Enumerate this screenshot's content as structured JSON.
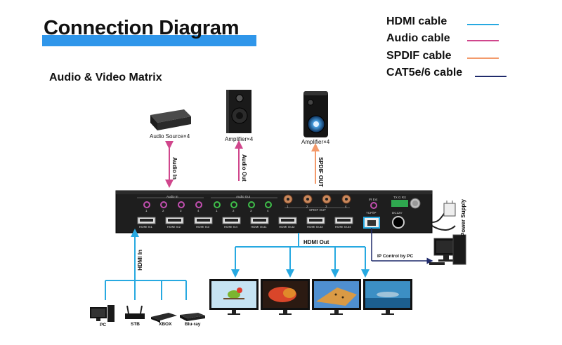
{
  "title": "Connection Diagram",
  "legend": [
    {
      "label": "HDMI cable",
      "color": "#27a9e1"
    },
    {
      "label": "Audio cable",
      "color": "#d0468c"
    },
    {
      "label": "SPDIF cable",
      "color": "#f39a6b"
    },
    {
      "label": "CAT5e/6 cable",
      "color": "#1f2a6b"
    }
  ],
  "subtitle": "Audio & Video Matrix",
  "top_devices": {
    "audio_source": "Audio Source×4",
    "amplifier_1": "Amplifier×4",
    "amplifier_2": "Amplifier×4"
  },
  "flow_labels": {
    "audio_in": "Audio In",
    "audio_out": "Audio Out",
    "spdif_out": "SPDIF OUT",
    "hdmi_in": "HDMI In",
    "hdmi_out": "HDMI Out",
    "ip_control": "IP Control by PC",
    "power_supply": "Power Supply"
  },
  "panel": {
    "audio_in_header": "Audio In",
    "audio_out_header": "Audio Out",
    "spdif_header": "SPDIF OUT",
    "ir_ext": "IR Ext",
    "tcp_ip": "TCP/IP",
    "dc12v": "DC12V",
    "tx_g_rx": "TX G RX",
    "audio_in_numbers": [
      "1",
      "2",
      "3",
      "4"
    ],
    "audio_out_numbers": [
      "1",
      "2",
      "3",
      "4"
    ],
    "spdif_numbers": [
      "1",
      "2",
      "3",
      "4"
    ],
    "hdmi_ports": [
      "HDMI In1",
      "HDMI In2",
      "HDMI In3",
      "HDMI In4",
      "HDMI Out1",
      "HDMI Out2",
      "HDMI Out3",
      "HDMI Out4"
    ]
  },
  "sources": [
    "PC",
    "STB",
    "XBOX",
    "Blu-ray"
  ]
}
